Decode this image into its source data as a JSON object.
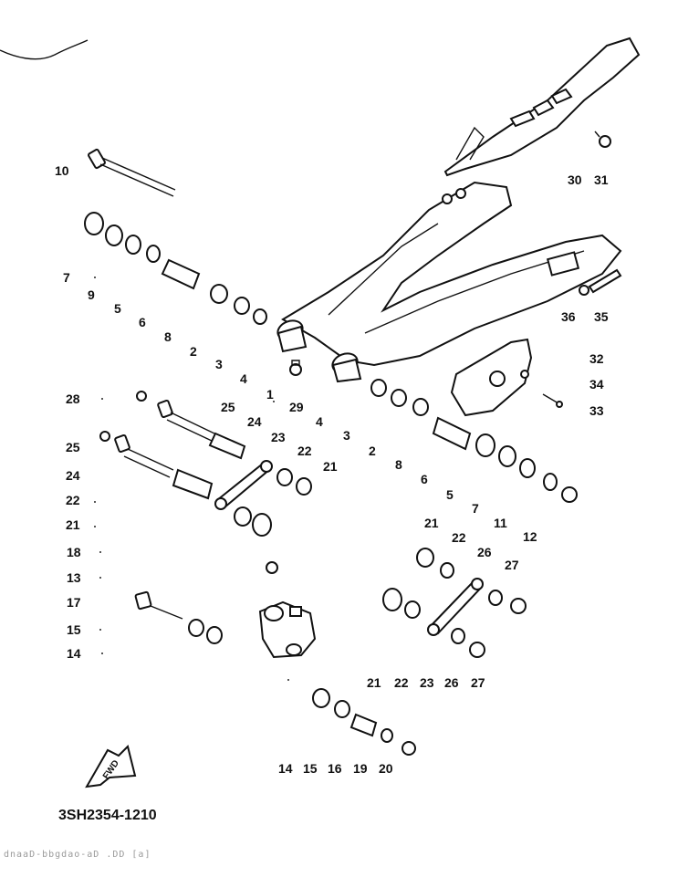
{
  "diagram_code": "3SH2354-1210",
  "fwd_label": "FWD",
  "footer_text": "dnaaD-bbgdao-aD .DD [a]",
  "callouts": [
    {
      "id": "c10",
      "text": "10"
    },
    {
      "id": "c30",
      "text": "30"
    },
    {
      "id": "c31",
      "text": "31"
    },
    {
      "id": "c7a",
      "text": "7"
    },
    {
      "id": "c9",
      "text": "9"
    },
    {
      "id": "c5a",
      "text": "5"
    },
    {
      "id": "c6a",
      "text": "6"
    },
    {
      "id": "c8a",
      "text": "8"
    },
    {
      "id": "c2a",
      "text": "2"
    },
    {
      "id": "c3a",
      "text": "3"
    },
    {
      "id": "c4a",
      "text": "4"
    },
    {
      "id": "c1",
      "text": "1"
    },
    {
      "id": "c36",
      "text": "36"
    },
    {
      "id": "c35",
      "text": "35"
    },
    {
      "id": "c32",
      "text": "32"
    },
    {
      "id": "c34",
      "text": "34"
    },
    {
      "id": "c33",
      "text": "33"
    },
    {
      "id": "c28",
      "text": "28"
    },
    {
      "id": "c25a",
      "text": "25"
    },
    {
      "id": "c29",
      "text": "29"
    },
    {
      "id": "c24a",
      "text": "24"
    },
    {
      "id": "c4b",
      "text": "4"
    },
    {
      "id": "c3b",
      "text": "3"
    },
    {
      "id": "c23a",
      "text": "23"
    },
    {
      "id": "c25b",
      "text": "25"
    },
    {
      "id": "c22a",
      "text": "22"
    },
    {
      "id": "c2b",
      "text": "2"
    },
    {
      "id": "c21a",
      "text": "21"
    },
    {
      "id": "c8b",
      "text": "8"
    },
    {
      "id": "c24b",
      "text": "24"
    },
    {
      "id": "c6b",
      "text": "6"
    },
    {
      "id": "c22b",
      "text": "22"
    },
    {
      "id": "c5b",
      "text": "5"
    },
    {
      "id": "c7b",
      "text": "7"
    },
    {
      "id": "c21b",
      "text": "21"
    },
    {
      "id": "c21c",
      "text": "21"
    },
    {
      "id": "c11",
      "text": "11"
    },
    {
      "id": "c12",
      "text": "12"
    },
    {
      "id": "c22c",
      "text": "22"
    },
    {
      "id": "c18",
      "text": "18"
    },
    {
      "id": "c26a",
      "text": "26"
    },
    {
      "id": "c27a",
      "text": "27"
    },
    {
      "id": "c13",
      "text": "13"
    },
    {
      "id": "c17",
      "text": "17"
    },
    {
      "id": "c15a",
      "text": "15"
    },
    {
      "id": "c14a",
      "text": "14"
    },
    {
      "id": "c21d",
      "text": "21"
    },
    {
      "id": "c22d",
      "text": "22"
    },
    {
      "id": "c23b",
      "text": "23"
    },
    {
      "id": "c26b",
      "text": "26"
    },
    {
      "id": "c27b",
      "text": "27"
    },
    {
      "id": "c14b",
      "text": "14"
    },
    {
      "id": "c15b",
      "text": "15"
    },
    {
      "id": "c16",
      "text": "16"
    },
    {
      "id": "c19",
      "text": "19"
    },
    {
      "id": "c20",
      "text": "20"
    }
  ]
}
